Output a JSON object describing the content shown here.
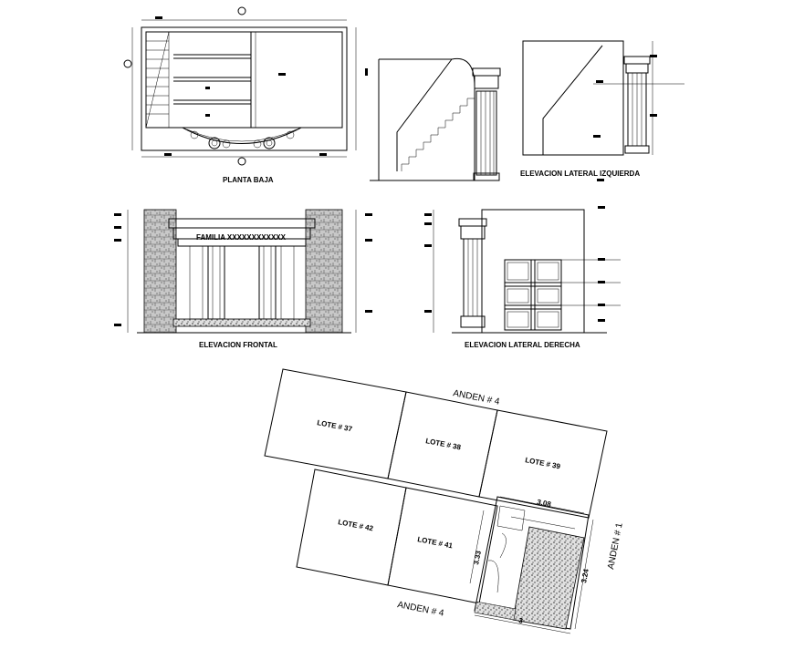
{
  "labels": {
    "planta_baja": "PLANTA BAJA",
    "elevacion_lateral_izquierda": "ELEVACION LATERAL IZQUIERDA",
    "elevacion_frontal": "ELEVACION FRONTAL",
    "elevacion_lateral_derecha": "ELEVACION LATERAL DERECHA",
    "familia": "FAMILIA XXXXXXXXXXXX"
  },
  "site_plan": {
    "anden_top": "ANDEN # 4",
    "anden_bottom": "ANDEN # 4",
    "anden_right": "ANDEN # 1",
    "lotes": [
      "LOTE # 37",
      "LOTE # 38",
      "LOTE # 39",
      "LOTE # 42",
      "LOTE # 41"
    ],
    "dimensions": {
      "top_width": "3.08",
      "left_height": "3.33",
      "right_height": "3.24",
      "bottom_width": "3"
    }
  },
  "colors": {
    "line": "#000000",
    "background": "#ffffff",
    "stone": "#888888"
  }
}
